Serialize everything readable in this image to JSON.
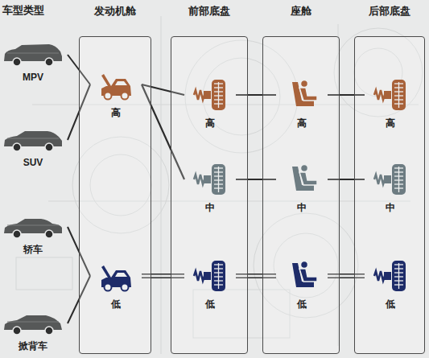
{
  "diagram": {
    "nodes": [
      {
        "text": [
          "发动机舱"
        ]
      },
      {
        "text": [
          "前部底盘"
        ]
      },
      {
        "text": [
          "座舱"
        ]
      },
      {
        "text": [
          "后部底盘"
        ]
      },
      {
        "text": [
          "MPV"
        ]
      },
      {
        "text": [
          "SUV"
        ]
      },
      {
        "text": [
          "轿车"
        ]
      },
      {
        "text": [
          "掀背车"
        ]
      },
      {
        "text": [
          "高"
        ],
        "in": 0
      },
      {
        "text": [
          "低"
        ],
        "in": 0
      },
      {
        "text": [
          "高"
        ],
        "in": 1
      },
      {
        "text": [
          "中"
        ],
        "in": 1
      },
      {
        "text": [
          "低"
        ],
        "in": 1
      },
      {
        "text": [
          "高"
        ],
        "in": 2
      },
      {
        "text": [
          "中"
        ],
        "in": 2
      },
      {
        "text": [
          "低"
        ],
        "in": 2
      },
      {
        "text": [
          "高"
        ],
        "in": 3
      },
      {
        "text": [
          "中"
        ],
        "in": 3
      },
      {
        "text": [
          "低"
        ],
        "in": 3
      }
    ],
    "edges": [
      {
        "from": 4,
        "to": 8,
        "arrow": "none"
      },
      {
        "from": 5,
        "to": 8,
        "arrow": "none"
      },
      {
        "from": 6,
        "to": 9,
        "arrow": "none"
      },
      {
        "from": 7,
        "to": 9,
        "arrow": "none"
      },
      {
        "from": 8,
        "to": 10,
        "arrow": "none"
      },
      {
        "from": 8,
        "to": 11,
        "arrow": "none"
      },
      {
        "from": 10,
        "to": 13,
        "arrow": "none"
      },
      {
        "from": 13,
        "to": 16,
        "arrow": "none"
      },
      {
        "from": 11,
        "to": 14,
        "arrow": "none"
      },
      {
        "from": 14,
        "to": 17,
        "arrow": "none"
      },
      {
        "from": 9,
        "to": 12,
        "arrow": "none"
      },
      {
        "from": 12,
        "to": 15,
        "arrow": "none"
      },
      {
        "from": 15,
        "to": 18,
        "arrow": "none"
      }
    ],
    "labels": [
      "车型类型"
    ]
  }
}
